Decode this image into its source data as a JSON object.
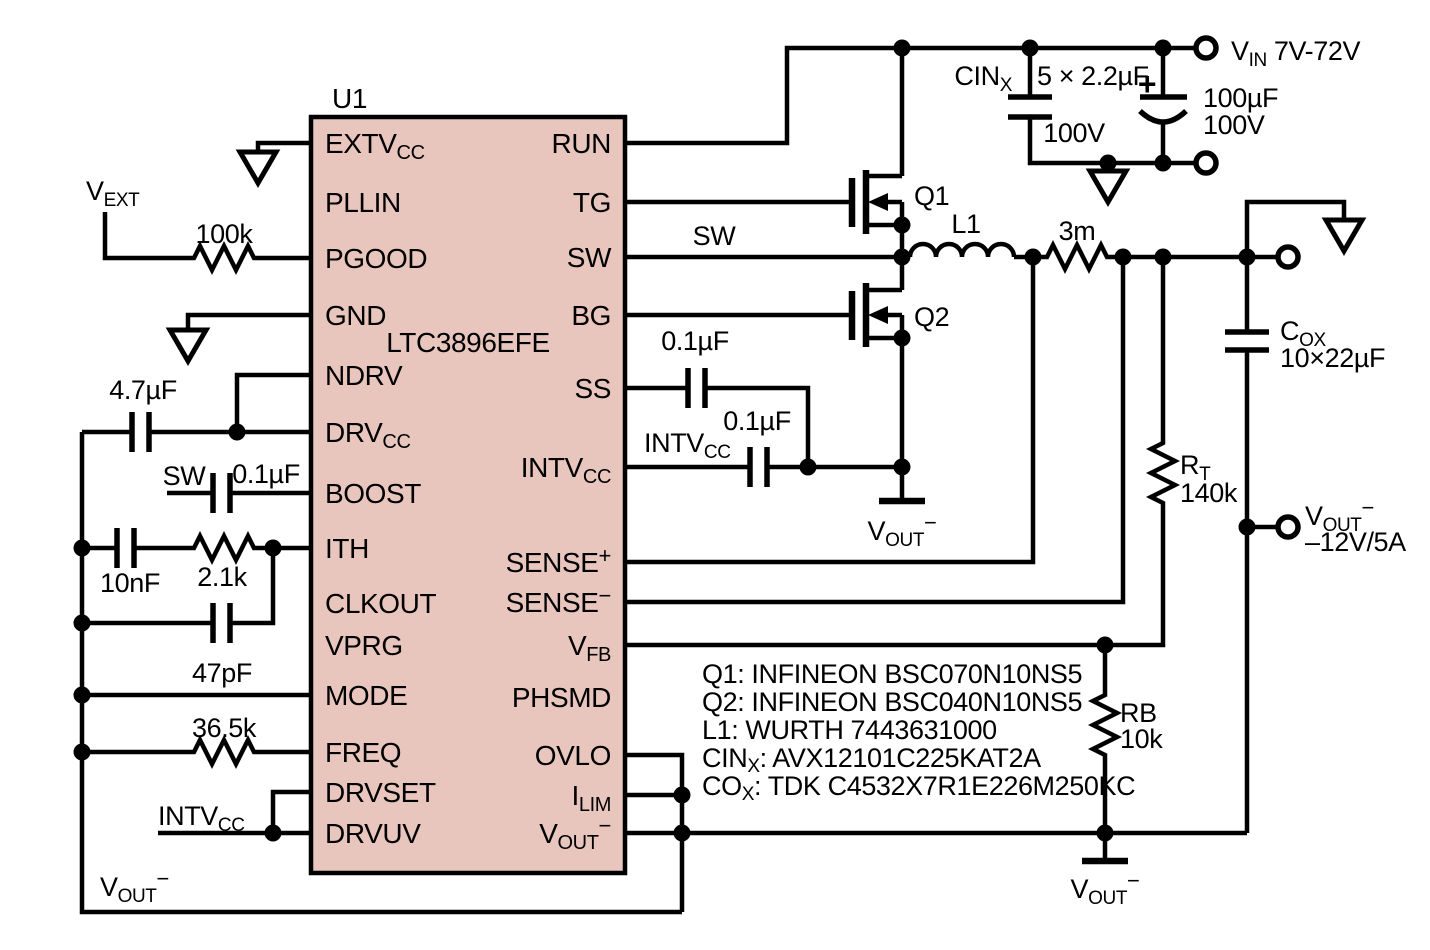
{
  "colors": {
    "ic_fill": "#e8c5bd",
    "line": "#000000"
  },
  "ic": {
    "ref": "U1",
    "part": "LTC3896EFE",
    "pins": {
      "extvcc": {
        "pre": "EXTV",
        "sub": "CC"
      },
      "pllin": "PLLIN",
      "pgood": "PGOOD",
      "gnd": "GND",
      "ndrv": "NDRV",
      "drvcc": {
        "pre": "DRV",
        "sub": "CC"
      },
      "boost": "BOOST",
      "ith": "ITH",
      "clkout": "CLKOUT",
      "vprg": "VPRG",
      "mode": "MODE",
      "freq": "FREQ",
      "drvset": "DRVSET",
      "drvuv": "DRVUV",
      "run": "RUN",
      "tg": "TG",
      "sw": "SW",
      "bg": "BG",
      "ss": "SS",
      "intvcc": {
        "pre": "INTV",
        "sub": "CC"
      },
      "sense_p": {
        "pre": "SENSE",
        "sup": "+"
      },
      "sense_m": {
        "pre": "SENSE",
        "sup": "−"
      },
      "vfb": {
        "pre": "V",
        "sub": "FB"
      },
      "phsmd": "PHSMD",
      "ovlo": "OVLO",
      "ilim": {
        "pre": "I",
        "sub": "LIM"
      },
      "vout": {
        "pre": "V",
        "sub": "OUT",
        "sup": "−"
      }
    }
  },
  "left": {
    "vext": {
      "pre": "V",
      "sub": "EXT"
    },
    "r_pgood": "100k",
    "c_drvcc": "4.7µF",
    "boost_net": "SW",
    "c_boost": "0.1µF",
    "c_ith": "10nF",
    "r_ith": "2.1k",
    "c_ith2": "47pF",
    "r_freq": "36.5k",
    "intvcc_net": {
      "pre": "INTV",
      "sub": "CC"
    },
    "vout_rail": {
      "pre": "V",
      "sub": "OUT",
      "sup": "−"
    }
  },
  "mid": {
    "c_ss": "0.1µF",
    "intvcc_net": {
      "pre": "INTV",
      "sub": "CC"
    },
    "c_intvcc": "0.1µF",
    "vout_rail": {
      "pre": "V",
      "sub": "OUT",
      "sup": "−"
    },
    "sw_net": "SW",
    "q1": "Q1",
    "q2": "Q2",
    "l1": "L1",
    "r_sense": "3m"
  },
  "input": {
    "cinx": {
      "pre": "CIN",
      "sub": "X"
    },
    "cinx_value": "5 × 2.2µF",
    "cinx_voltage": "100V",
    "plus": "+",
    "bulk_value": "100µF",
    "bulk_voltage": "100V",
    "vin": {
      "pre": "V",
      "sub": "IN",
      "rest": " 7V-72V"
    }
  },
  "output": {
    "rt": {
      "pre": "R",
      "sub": "T"
    },
    "rt_value": "140k",
    "cox": {
      "pre": "C",
      "sub": "OX"
    },
    "cox_value": "10×22µF",
    "rb": "RB",
    "rb_value": "10k",
    "vout": {
      "pre": "V",
      "sub": "OUT",
      "sup": "−"
    },
    "vout_rating": "–12V/5A",
    "vout_rail": {
      "pre": "V",
      "sub": "OUT",
      "sup": "−"
    }
  },
  "notes": {
    "q1": "Q1: INFINEON BSC070N10NS5",
    "q2": "Q2: INFINEON BSC040N10NS5",
    "l1": "L1: WURTH 7443631000",
    "cinx": {
      "pre": "CIN",
      "sub": "X",
      "rest": ": AVX12101C225KAT2A"
    },
    "cox": {
      "pre": "CO",
      "sub": "X",
      "rest": ": TDK C4532X7R1E226M250KC"
    }
  }
}
